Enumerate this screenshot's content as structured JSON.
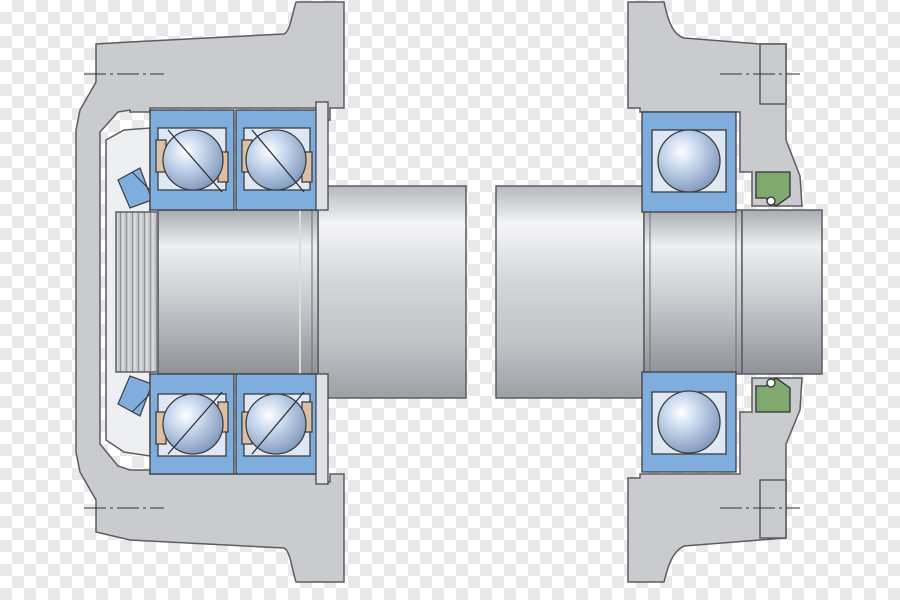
{
  "diagram": {
    "background": "transparent-checkerboard",
    "colors": {
      "housing": "#c9cbcf",
      "housing_outline": "#5b5d62",
      "bearing_ring": "#7faede",
      "ball": "#a9c4e4",
      "cage": "#dcc0a4",
      "seal": "#7fa96f",
      "shaft_light": "#f4f5f6",
      "shaft_dark": "#9c9fa4"
    },
    "components": [
      "housing-left",
      "housing-right",
      "shaft-left-section",
      "shaft-right-section",
      "angular-contact-bearing-pair-top",
      "angular-contact-bearing-pair-bottom",
      "deep-groove-bearing-top",
      "deep-groove-bearing-bottom",
      "lock-nut-thread",
      "shaft-seal",
      "end-cover"
    ]
  }
}
